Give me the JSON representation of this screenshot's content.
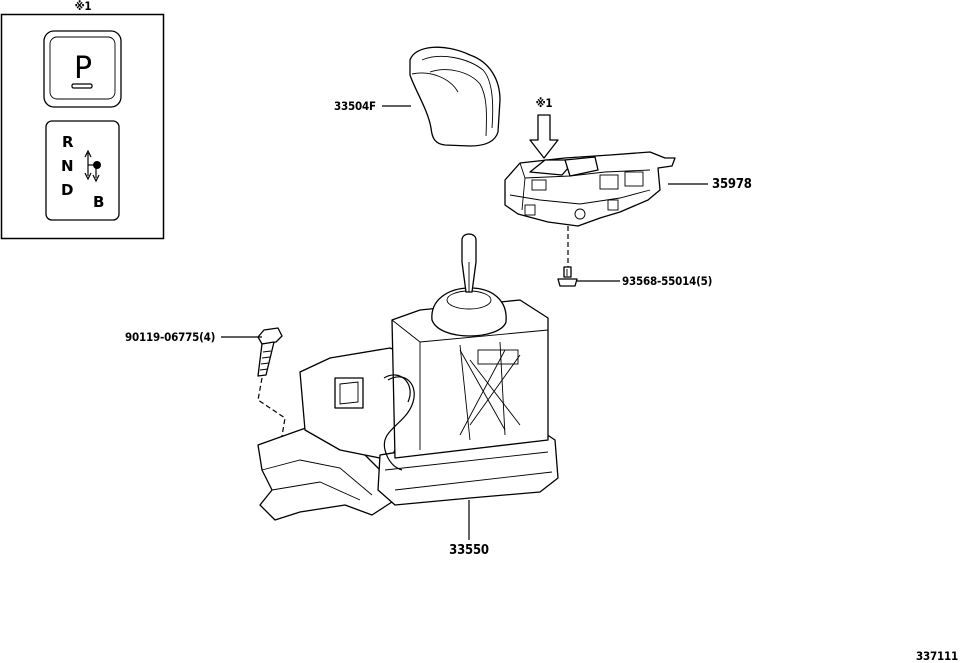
{
  "diagram_id": "337111",
  "note_mark": "※1",
  "inset": {
    "note_mark": "※1",
    "p_switch_label": "P",
    "shift_pattern": {
      "r": "R",
      "n": "N",
      "d": "D",
      "b": "B"
    }
  },
  "callouts": {
    "knob": "33504F",
    "switch": "35978",
    "screw": "93568-55014(5)",
    "bolt": "90119-06775(4)",
    "shifter": "33550",
    "arrow_note": "※1"
  }
}
